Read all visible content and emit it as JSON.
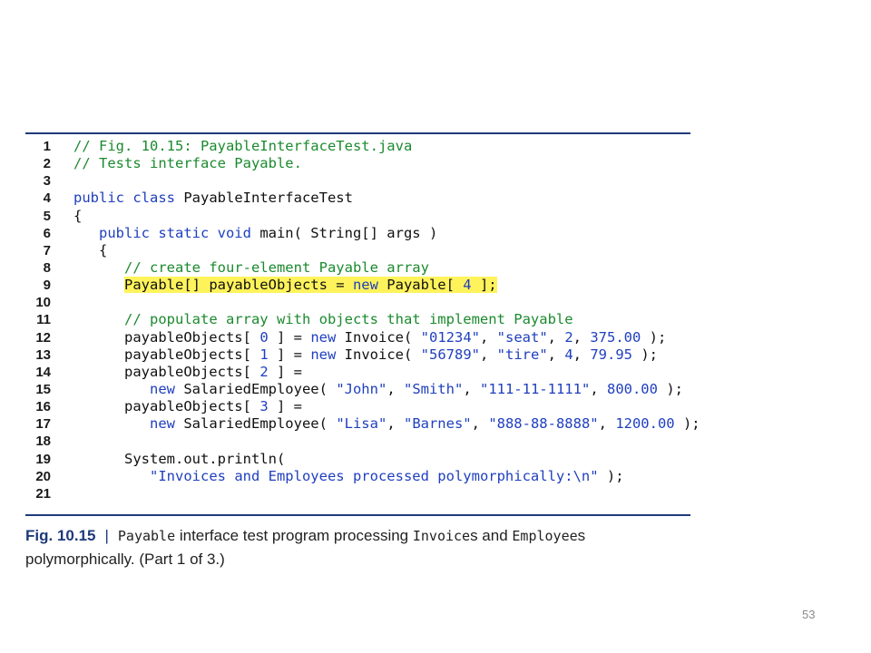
{
  "code": {
    "lines": [
      {
        "n": "1",
        "tokens": [
          {
            "t": "// Fig. 10.15: PayableInterfaceTest.java",
            "k": "comment"
          }
        ]
      },
      {
        "n": "2",
        "tokens": [
          {
            "t": "// Tests interface Payable.",
            "k": "comment"
          }
        ]
      },
      {
        "n": "3",
        "tokens": []
      },
      {
        "n": "4",
        "tokens": [
          {
            "t": "public class ",
            "k": "kw"
          },
          {
            "t": "PayableInterfaceTest",
            "k": "plain"
          }
        ]
      },
      {
        "n": "5",
        "tokens": [
          {
            "t": "{",
            "k": "plain"
          }
        ]
      },
      {
        "n": "6",
        "tokens": [
          {
            "t": "   ",
            "k": "plain"
          },
          {
            "t": "public static void ",
            "k": "kw"
          },
          {
            "t": "main( String[] args )",
            "k": "plain"
          }
        ]
      },
      {
        "n": "7",
        "tokens": [
          {
            "t": "   {",
            "k": "plain"
          }
        ]
      },
      {
        "n": "8",
        "tokens": [
          {
            "t": "      ",
            "k": "plain"
          },
          {
            "t": "// create four-element Payable array",
            "k": "comment"
          }
        ]
      },
      {
        "n": "9",
        "highlight": true,
        "tokens": [
          {
            "t": "      ",
            "k": "plain"
          },
          {
            "t": "Payable[] payableObjects = ",
            "k": "plain",
            "hl": true
          },
          {
            "t": "new ",
            "k": "kw",
            "hl": true
          },
          {
            "t": "Payable[ ",
            "k": "plain",
            "hl": true
          },
          {
            "t": "4",
            "k": "num",
            "hl": true
          },
          {
            "t": " ];",
            "k": "plain",
            "hl": true
          }
        ]
      },
      {
        "n": "10",
        "tokens": []
      },
      {
        "n": "11",
        "tokens": [
          {
            "t": "      ",
            "k": "plain"
          },
          {
            "t": "// populate array with objects that implement Payable",
            "k": "comment"
          }
        ]
      },
      {
        "n": "12",
        "tokens": [
          {
            "t": "      payableObjects[ ",
            "k": "plain"
          },
          {
            "t": "0",
            "k": "num"
          },
          {
            "t": " ] = ",
            "k": "plain"
          },
          {
            "t": "new ",
            "k": "kw"
          },
          {
            "t": "Invoice( ",
            "k": "plain"
          },
          {
            "t": "\"01234\"",
            "k": "str"
          },
          {
            "t": ", ",
            "k": "plain"
          },
          {
            "t": "\"seat\"",
            "k": "str"
          },
          {
            "t": ", ",
            "k": "plain"
          },
          {
            "t": "2",
            "k": "num"
          },
          {
            "t": ", ",
            "k": "plain"
          },
          {
            "t": "375.00",
            "k": "num"
          },
          {
            "t": " );",
            "k": "plain"
          }
        ]
      },
      {
        "n": "13",
        "tokens": [
          {
            "t": "      payableObjects[ ",
            "k": "plain"
          },
          {
            "t": "1",
            "k": "num"
          },
          {
            "t": " ] = ",
            "k": "plain"
          },
          {
            "t": "new ",
            "k": "kw"
          },
          {
            "t": "Invoice( ",
            "k": "plain"
          },
          {
            "t": "\"56789\"",
            "k": "str"
          },
          {
            "t": ", ",
            "k": "plain"
          },
          {
            "t": "\"tire\"",
            "k": "str"
          },
          {
            "t": ", ",
            "k": "plain"
          },
          {
            "t": "4",
            "k": "num"
          },
          {
            "t": ", ",
            "k": "plain"
          },
          {
            "t": "79.95",
            "k": "num"
          },
          {
            "t": " );",
            "k": "plain"
          }
        ]
      },
      {
        "n": "14",
        "tokens": [
          {
            "t": "      payableObjects[ ",
            "k": "plain"
          },
          {
            "t": "2",
            "k": "num"
          },
          {
            "t": " ] =",
            "k": "plain"
          }
        ]
      },
      {
        "n": "15",
        "tokens": [
          {
            "t": "         ",
            "k": "plain"
          },
          {
            "t": "new ",
            "k": "kw"
          },
          {
            "t": "SalariedEmployee( ",
            "k": "plain"
          },
          {
            "t": "\"John\"",
            "k": "str"
          },
          {
            "t": ", ",
            "k": "plain"
          },
          {
            "t": "\"Smith\"",
            "k": "str"
          },
          {
            "t": ", ",
            "k": "plain"
          },
          {
            "t": "\"111-11-1111\"",
            "k": "str"
          },
          {
            "t": ", ",
            "k": "plain"
          },
          {
            "t": "800.00",
            "k": "num"
          },
          {
            "t": " );",
            "k": "plain"
          }
        ]
      },
      {
        "n": "16",
        "tokens": [
          {
            "t": "      payableObjects[ ",
            "k": "plain"
          },
          {
            "t": "3",
            "k": "num"
          },
          {
            "t": " ] =",
            "k": "plain"
          }
        ]
      },
      {
        "n": "17",
        "tokens": [
          {
            "t": "         ",
            "k": "plain"
          },
          {
            "t": "new ",
            "k": "kw"
          },
          {
            "t": "SalariedEmployee( ",
            "k": "plain"
          },
          {
            "t": "\"Lisa\"",
            "k": "str"
          },
          {
            "t": ", ",
            "k": "plain"
          },
          {
            "t": "\"Barnes\"",
            "k": "str"
          },
          {
            "t": ", ",
            "k": "plain"
          },
          {
            "t": "\"888-88-8888\"",
            "k": "str"
          },
          {
            "t": ", ",
            "k": "plain"
          },
          {
            "t": "1200.00",
            "k": "num"
          },
          {
            "t": " );",
            "k": "plain"
          }
        ]
      },
      {
        "n": "18",
        "tokens": []
      },
      {
        "n": "19",
        "tokens": [
          {
            "t": "      System.out.println(",
            "k": "plain"
          }
        ]
      },
      {
        "n": "20",
        "tokens": [
          {
            "t": "         ",
            "k": "plain"
          },
          {
            "t": "\"Invoices and Employees processed polymorphically:\\n\"",
            "k": "str"
          },
          {
            "t": " );",
            "k": "plain"
          }
        ]
      },
      {
        "n": "21",
        "tokens": []
      }
    ]
  },
  "caption": {
    "fig_label": "Fig. 10.15",
    "separator": "|",
    "parts": [
      {
        "t": "Payable",
        "mono": true
      },
      {
        "t": " interface test program processing ",
        "mono": false
      },
      {
        "t": "Invoice",
        "mono": true
      },
      {
        "t": "s and ",
        "mono": false
      },
      {
        "t": "Employee",
        "mono": true
      },
      {
        "t": "s polymorphically. (Part 1 of 3.)",
        "mono": false
      }
    ]
  },
  "page_number": "53",
  "colors": {
    "comment": "#1b8a2e",
    "keyword": "#1f3fbf",
    "highlight": "#fff35c",
    "rule": "#1f3a7a"
  }
}
